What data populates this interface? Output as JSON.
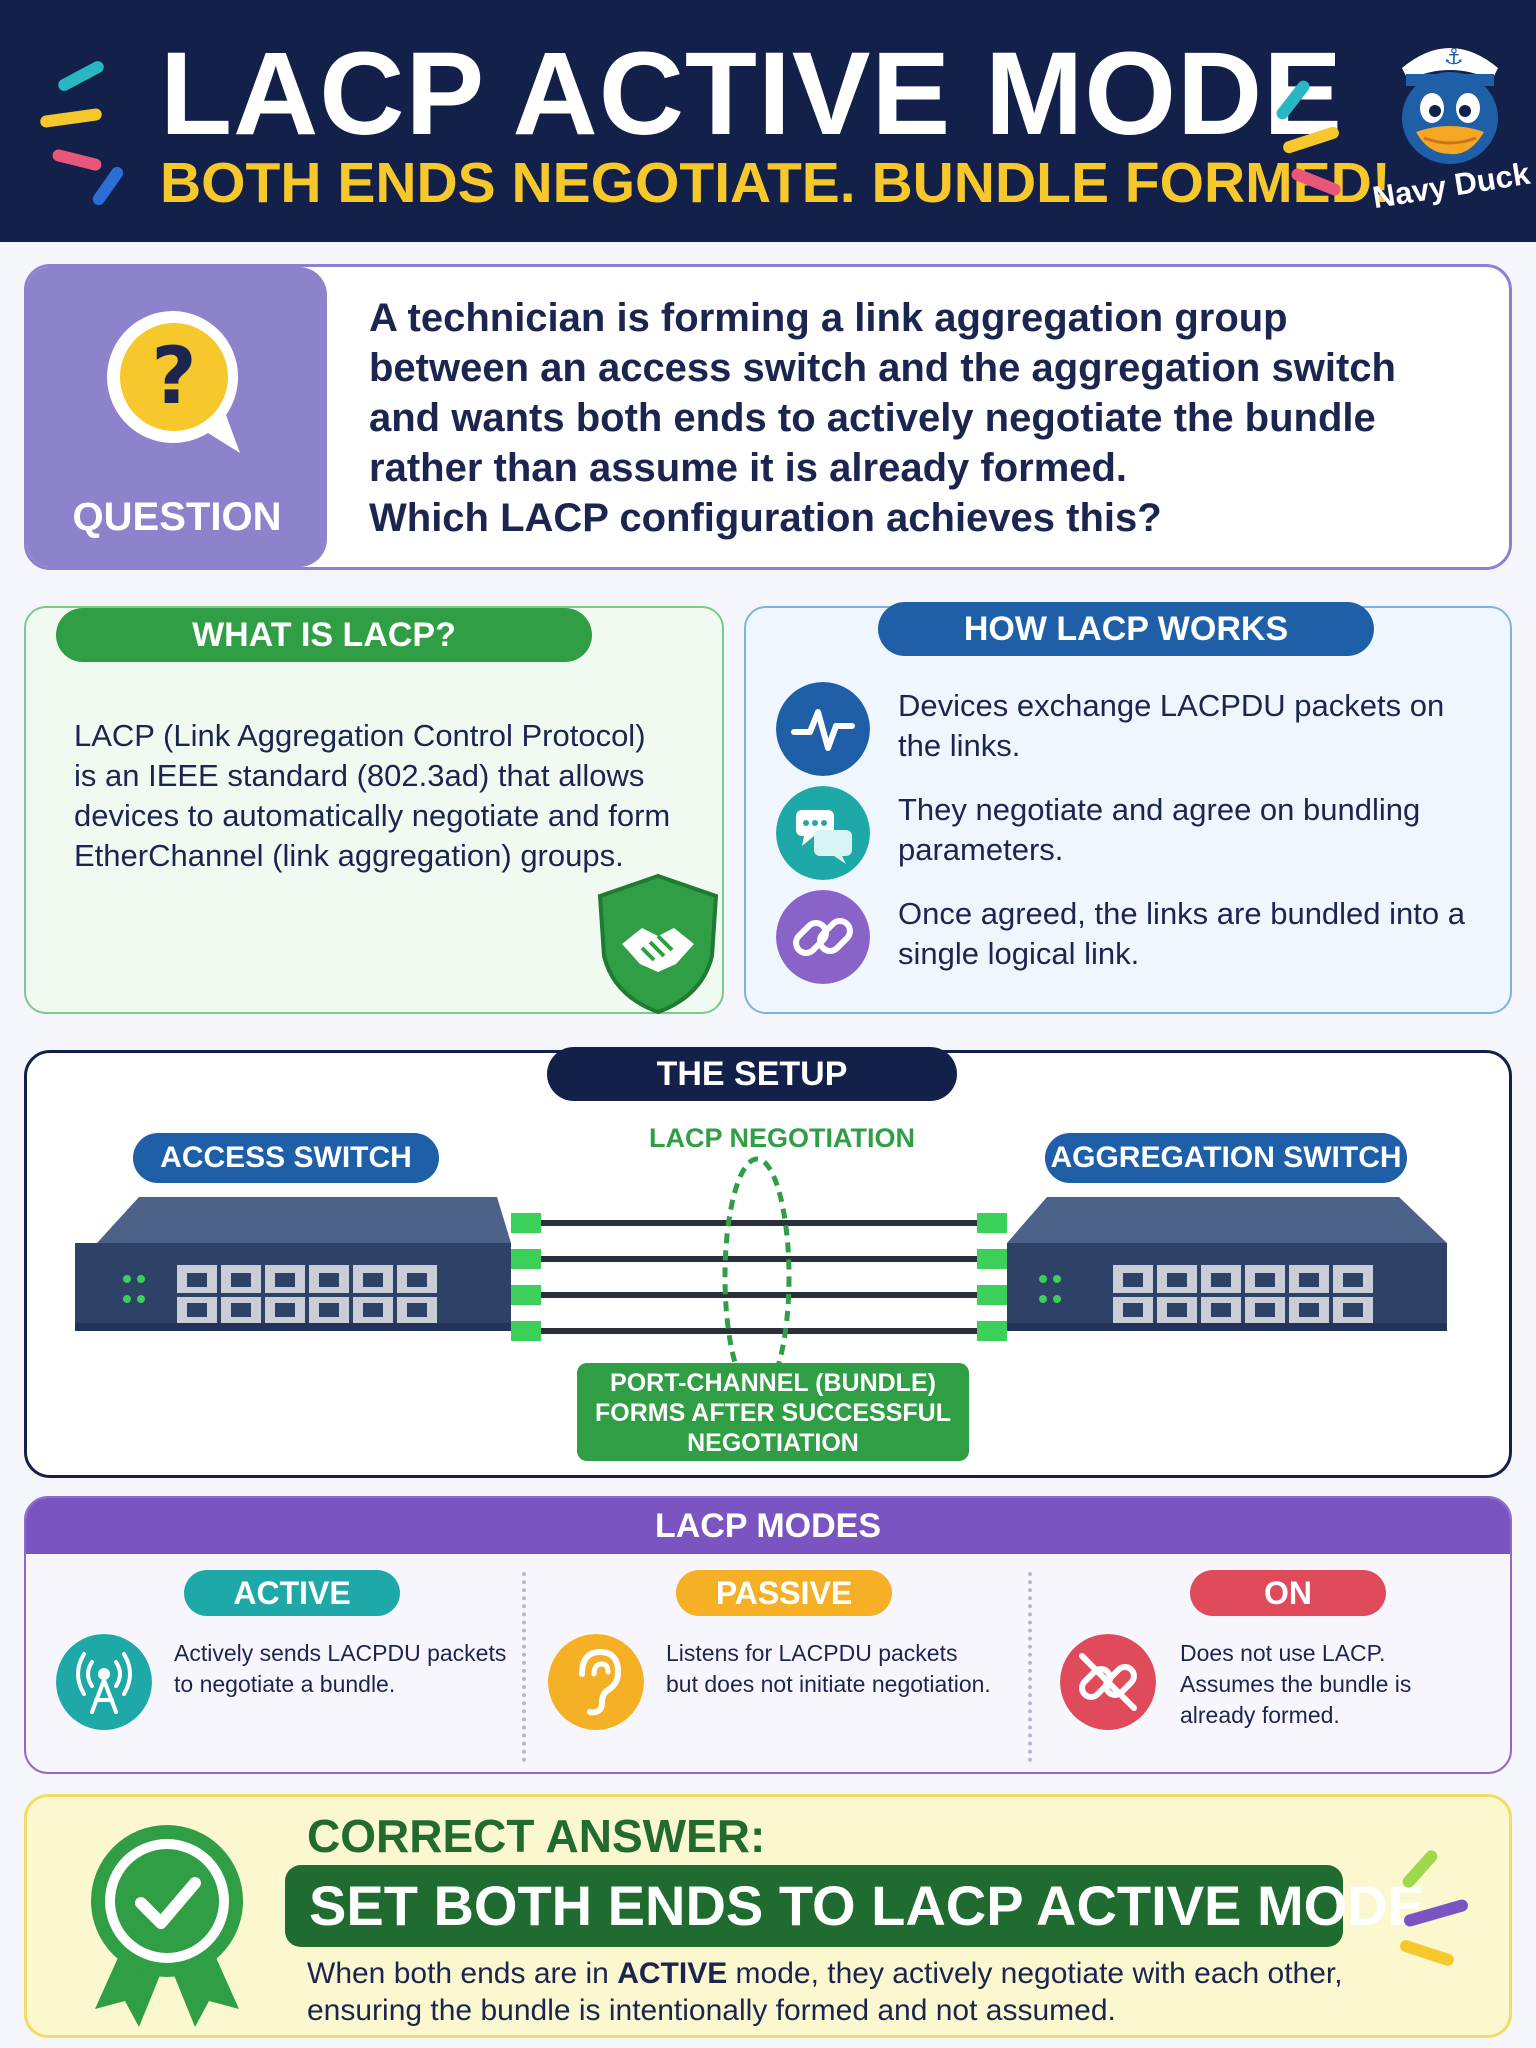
{
  "header": {
    "title": "LACP ACTIVE MODE",
    "subtitle": "BOTH ENDS NEGOTIATE. BUNDLE FORMED!",
    "brand": "Navy Duck"
  },
  "question": {
    "label": "QUESTION",
    "lines": [
      "A technician is forming a link aggregation group",
      "between an access switch and the aggregation switch",
      "and wants both ends to actively negotiate the bundle",
      "rather than assume it is already formed.",
      "Which LACP configuration achieves this?"
    ]
  },
  "what_is_lacp": {
    "heading": "WHAT IS LACP?",
    "text": "LACP (Link Aggregation Control Protocol) is an IEEE standard (802.3ad) that allows devices to automatically negotiate and form EtherChannel (link aggregation) groups."
  },
  "how_lacp_works": {
    "heading": "HOW LACP WORKS",
    "steps": [
      {
        "icon": "pulse-icon",
        "text": "Devices exchange LACPDU packets on the links."
      },
      {
        "icon": "chat-icon",
        "text": "They negotiate and agree on bundling parameters."
      },
      {
        "icon": "link-icon",
        "text": "Once agreed, the links are bundled into a single logical link."
      }
    ]
  },
  "setup": {
    "heading": "THE SETUP",
    "left_switch": "ACCESS SWITCH",
    "right_switch": "AGGREGATION SWITCH",
    "negotiation_label": "LACP NEGOTIATION",
    "bundle_lines": [
      "PORT-CHANNEL (BUNDLE)",
      "FORMS AFTER SUCCESSFUL",
      "NEGOTIATION"
    ]
  },
  "modes": {
    "heading": "LACP MODES",
    "items": [
      {
        "name": "ACTIVE",
        "icon": "antenna-icon",
        "lines": [
          "Actively sends LACPDU packets",
          "to negotiate a bundle."
        ]
      },
      {
        "name": "PASSIVE",
        "icon": "ear-icon",
        "lines": [
          "Listens for LACPDU packets",
          "but does not initiate negotiation."
        ]
      },
      {
        "name": "ON",
        "icon": "broken-link-icon",
        "lines": [
          "Does not use LACP.",
          "Assumes the bundle is",
          "already formed."
        ]
      }
    ]
  },
  "answer": {
    "label": "CORRECT ANSWER:",
    "headline": "SET BOTH ENDS TO LACP ACTIVE MODE",
    "text_before": "When both ends are in ",
    "text_bold": "ACTIVE",
    "text_after": " mode, they actively negotiate with each other,",
    "text_line2": "ensuring the bundle is intentionally formed and not assumed."
  },
  "colors": {
    "navy": "#13204a",
    "yellow": "#f7c82c",
    "green": "#2f9e44",
    "blue": "#1f5fa8",
    "purple": "#7a55c2",
    "teal": "#1fa8a8",
    "orange": "#f5b025",
    "red": "#e04b5c"
  }
}
